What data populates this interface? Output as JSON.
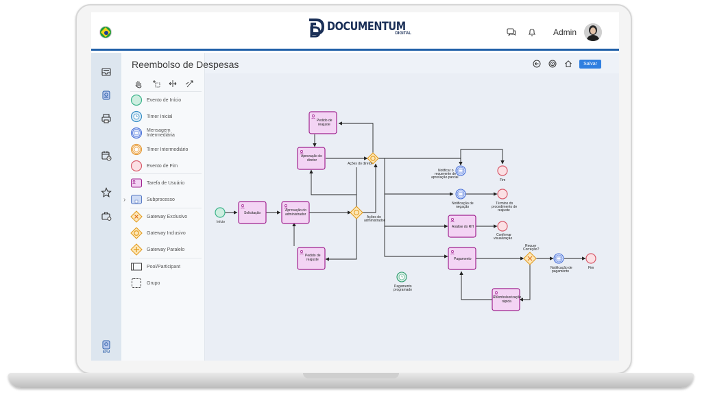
{
  "app": {
    "logo_title": "DOCUMENTUM",
    "logo_subtitle": "DIGITAL",
    "user_name": "Admin",
    "page_title": "Reembolso de Despesas",
    "save_label": "Salvar",
    "bpm_label": "BPM"
  },
  "palette": {
    "items": [
      {
        "label": "Evento de Início",
        "icon": "start-event-icon"
      },
      {
        "label": "Timer Inicial",
        "icon": "timer-start-icon"
      },
      {
        "label": "Mensagem Intermediária",
        "icon": "message-intermediate-icon"
      },
      {
        "label": "Timer Intermediário",
        "icon": "timer-intermediate-icon"
      },
      {
        "label": "Evento de Fim",
        "icon": "end-event-icon"
      },
      {
        "label": "Tarefa de Usuário",
        "icon": "user-task-icon"
      },
      {
        "label": "Subprocesso",
        "icon": "subprocess-icon"
      },
      {
        "label": "Gateway Exclusivo",
        "icon": "gateway-exclusive-icon"
      },
      {
        "label": "Gateway Inclusivo",
        "icon": "gateway-inclusive-icon"
      },
      {
        "label": "Gateway Paralelo",
        "icon": "gateway-parallel-icon"
      },
      {
        "label": "Pool/Participant",
        "icon": "pool-icon"
      },
      {
        "label": "Grupo",
        "icon": "group-icon"
      }
    ]
  },
  "diagram": {
    "nodes": {
      "inicio": "Início",
      "solicitacao": "Solicitação",
      "aprov_admin_1": "Aprovação do",
      "aprov_admin_2": "administrador",
      "pedido_reajuste_bottom_1": "Pedido de",
      "pedido_reajuste_bottom_2": "reajuste",
      "acoes_admin_1": "Ações do",
      "acoes_admin_2": "administrador",
      "aprov_diretor_1": "Aprovação do",
      "aprov_diretor_2": "diretor",
      "pedido_reajuste_top_1": "Pedido de",
      "pedido_reajuste_top_2": "reajuste",
      "acoes_diretor": "Ações do diretor",
      "notificar_1": "Notificar o",
      "notificar_2": "requerente de",
      "notificar_3": "aprovação parcial",
      "fim_top": "Fim",
      "notif_negacao_1": "Notificação de",
      "notif_negacao_2": "negação",
      "termino_1": "Término do",
      "termino_2": "procedimento de",
      "termino_3": "reajuste",
      "analise_rh": "Análise do RH",
      "confirmar_1": "Confirmar",
      "confirmar_2": "visualização",
      "pagamento": "Pagamento",
      "requer_correcao_1": "Requer",
      "requer_correcao_2": "Correção?",
      "notif_pagamento_1": "Notificação de",
      "notif_pagamento_2": "pagamento",
      "fim_right": "Fim",
      "pagamento_programado_1": "Pagamento",
      "pagamento_programado_2": "programado",
      "reembolso_1": "Reembolsorização",
      "reembolso_2": "rápida"
    }
  },
  "colors": {
    "accent": "#1f5fa8",
    "task_fill": "#f3d4f4",
    "task_stroke": "#a0238f",
    "gateway_fill": "#fde7b8",
    "gateway_stroke": "#e29a1c",
    "start_fill": "#cdeee0",
    "start_stroke": "#3bb38a",
    "end_fill": "#fbe0e4",
    "end_stroke": "#d85a6a",
    "message_fill": "#d9e3fb",
    "message_stroke": "#4c73d8"
  }
}
